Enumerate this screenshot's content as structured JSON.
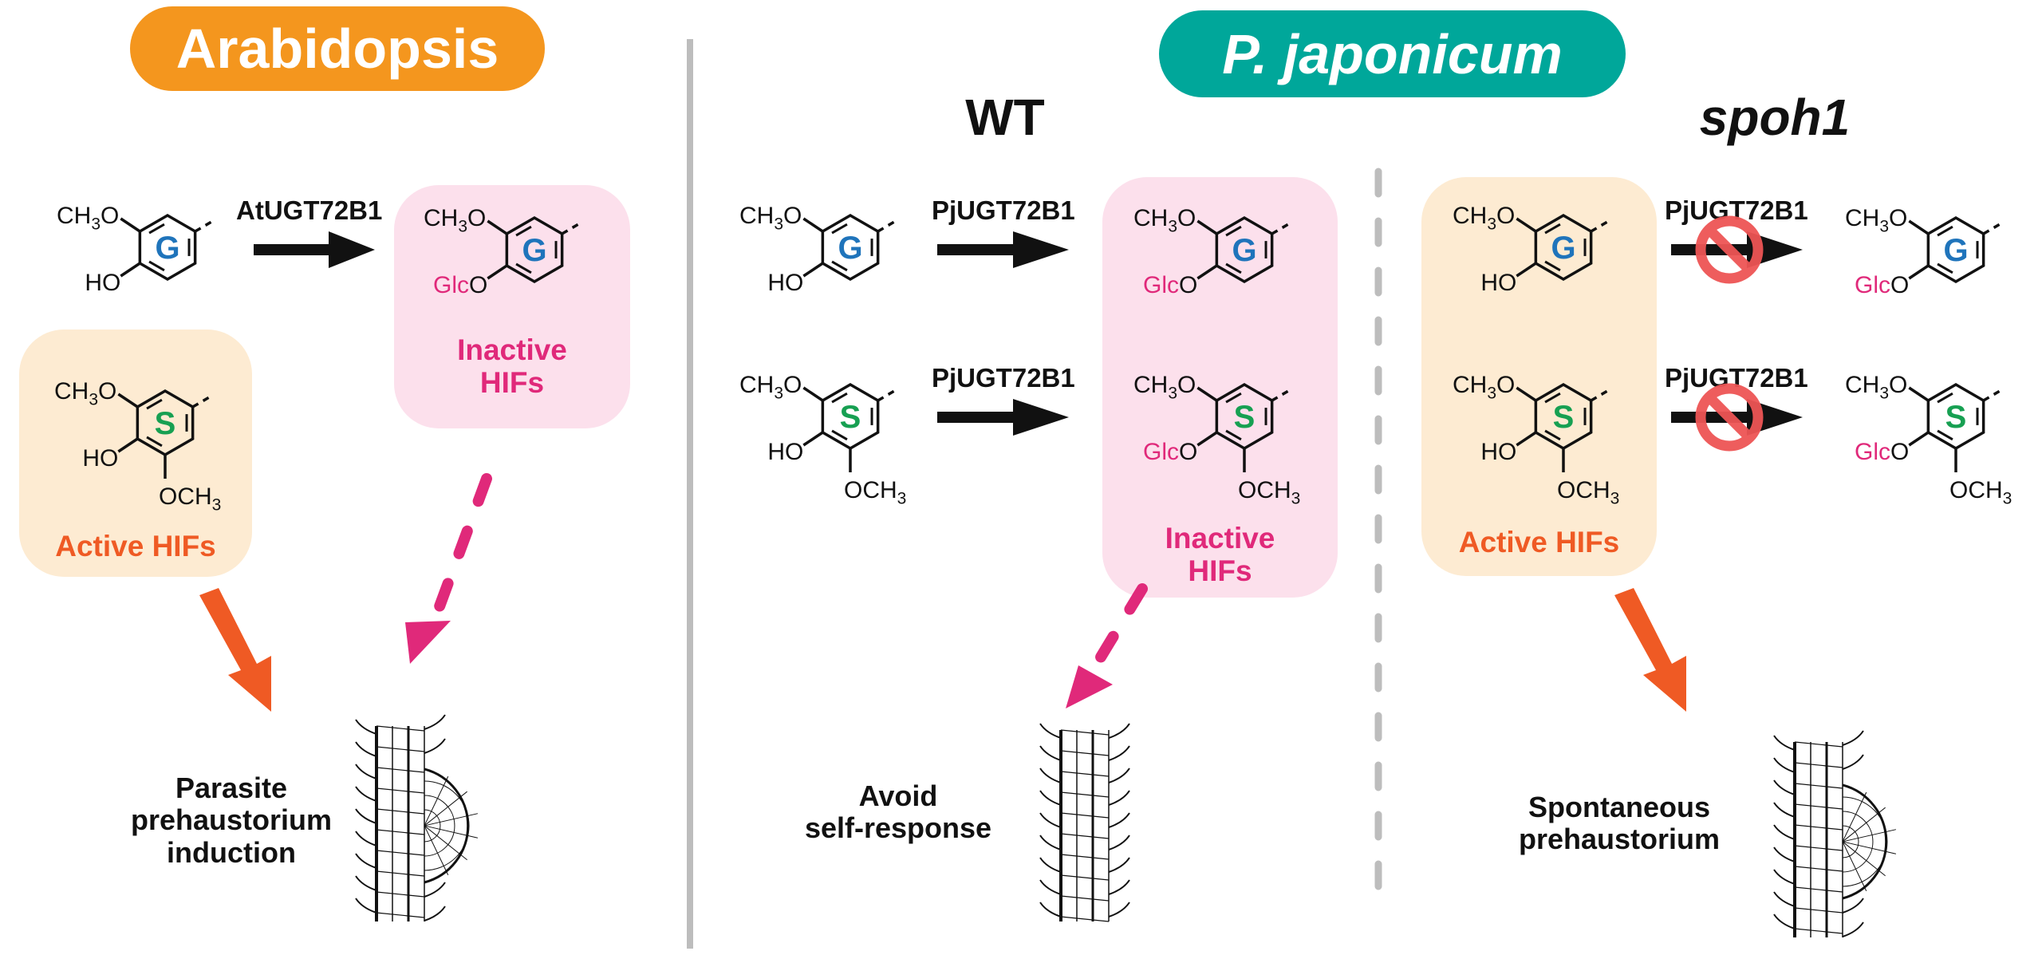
{
  "colors": {
    "arabidopsis": "#F4961E",
    "pjaponicum": "#00A79A",
    "inactive_bg": "#FCE0EC",
    "active_bg": "#FDEBD2",
    "inactive_text": "#E0297A",
    "active_text": "#EF5A24",
    "g_ring": "#1F74BB",
    "s_ring": "#17A052",
    "glc": "#E0297A",
    "divider": "#BDBDBD",
    "block": "#EE5555"
  },
  "headers": {
    "arabidopsis": "Arabidopsis",
    "pjaponicum": "P. japonicum",
    "wt": "WT",
    "spoh1": "spoh1"
  },
  "enzymes": {
    "at": "AtUGT72B1",
    "pj_wt_g": "PjUGT72B1",
    "pj_wt_s": "PjUGT72B1",
    "pj_mut_g": "PjUGT72B1",
    "pj_mut_s": "PjUGT72B1"
  },
  "chem": {
    "ch3o": "CH",
    "sub3": "3",
    "o": "O",
    "ho": "HO",
    "glc": "Glc",
    "och": "OCH",
    "g": "G",
    "s": "S"
  },
  "boxes": {
    "inactive_line1": "Inactive",
    "inactive_line2": "HIFs",
    "active": "Active HIFs"
  },
  "outcomes": {
    "arabidopsis": [
      "Parasite",
      "prehaustorium",
      "induction"
    ],
    "wt": [
      "Avoid",
      "self-response"
    ],
    "spoh1": [
      "Spontaneous",
      "prehaustorium"
    ]
  }
}
